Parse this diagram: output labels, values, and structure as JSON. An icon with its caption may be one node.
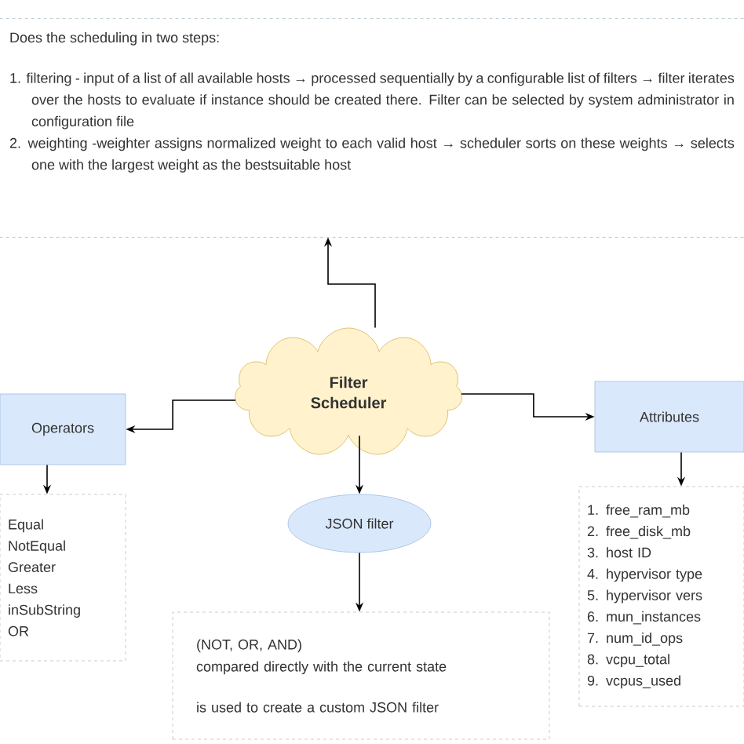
{
  "diagram": {
    "nodes": [
      {
        "text": [
          "Does the scheduling in two steps:",
          "1. filtering - input of a list of all available hosts → processed sequentially by a configurable list of filters → filter iterates over the hosts to evaluate if instance should be created there. Filter can be selected by system administrator in configuration file",
          "2. weighting -weighter assigns normalized weight to each valid host → scheduler sorts on these weights → selects one with the largest weight as the bestsuitable host"
        ]
      },
      {
        "text": [
          "Filter Scheduler"
        ]
      },
      {
        "text": [
          "Operators"
        ]
      },
      {
        "text": [
          "Attributes"
        ]
      },
      {
        "text": [
          "JSON filter"
        ]
      },
      {
        "text": [
          "Equal",
          "NotEqual",
          "Greater",
          "Less",
          "inSubString",
          "OR"
        ]
      },
      {
        "text": [
          "(NOT, OR, AND)",
          "compared directly with the current state",
          "is used to create a custom JSON filter"
        ]
      },
      {
        "text": [
          "1. free_ram_mb",
          "2. free_disk_mb",
          "3. host ID",
          "4. hypervisor type",
          "5. hypervisor vers",
          "6. mun_instances",
          "7. num_id_ops",
          "8. vcpu_total",
          "9. vcpus_used"
        ]
      }
    ],
    "edges": [
      {
        "from": 1,
        "to": 0,
        "arrow": "to"
      },
      {
        "from": 1,
        "to": 2,
        "arrow": "to"
      },
      {
        "from": 1,
        "to": 3,
        "arrow": "to"
      },
      {
        "from": 1,
        "to": 4,
        "arrow": "to"
      },
      {
        "from": 2,
        "to": 5,
        "arrow": "to"
      },
      {
        "from": 4,
        "to": 6,
        "arrow": "to"
      },
      {
        "from": 3,
        "to": 7,
        "arrow": "to"
      }
    ]
  }
}
